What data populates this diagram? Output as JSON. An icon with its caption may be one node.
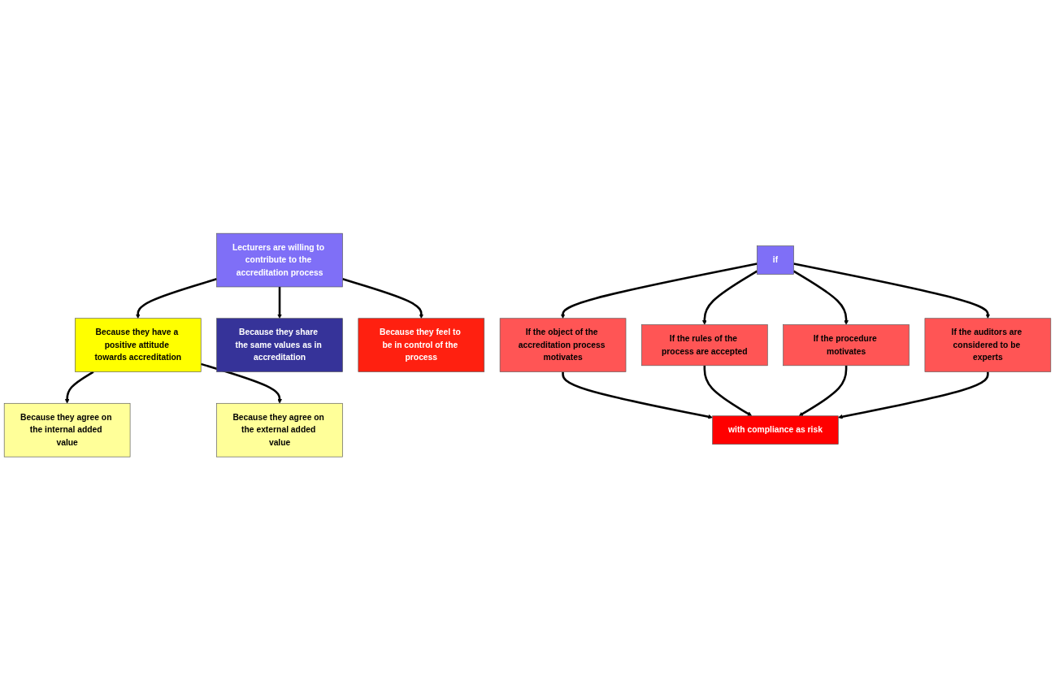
{
  "diagram": {
    "nodes": [
      {
        "text": [
          "Lecturers are willing to contribute to the accreditation process"
        ]
      },
      {
        "text": [
          "if"
        ]
      },
      {
        "text": [
          "Because they have a positive attitude towards accreditation"
        ]
      },
      {
        "text": [
          "Because they share the same values as in accreditation"
        ]
      },
      {
        "text": [
          "Because they feel to be in control of the process"
        ]
      },
      {
        "text": [
          "Because they agree on the internal added value"
        ]
      },
      {
        "text": [
          "Because they agree on the external added value"
        ]
      },
      {
        "text": [
          "If the object of the accreditation process motivates"
        ]
      },
      {
        "text": [
          "If the rules of the process are accepted"
        ]
      },
      {
        "text": [
          "If the procedure motivates"
        ]
      },
      {
        "text": [
          "If the auditors are considered to be experts"
        ]
      },
      {
        "text": [
          "with compliance as risk"
        ]
      }
    ],
    "edges": [
      {
        "from": 0,
        "to": 2,
        "arrow": "to"
      },
      {
        "from": 0,
        "to": 3,
        "arrow": "to"
      },
      {
        "from": 0,
        "to": 4,
        "arrow": "to"
      },
      {
        "from": 2,
        "to": 5,
        "arrow": "to"
      },
      {
        "from": 2,
        "to": 6,
        "arrow": "to"
      },
      {
        "from": 1,
        "to": 7,
        "arrow": "to"
      },
      {
        "from": 1,
        "to": 8,
        "arrow": "to"
      },
      {
        "from": 1,
        "to": 9,
        "arrow": "to"
      },
      {
        "from": 1,
        "to": 10,
        "arrow": "to"
      },
      {
        "from": 7,
        "to": 11,
        "arrow": "to"
      },
      {
        "from": 8,
        "to": 11,
        "arrow": "to"
      },
      {
        "from": 9,
        "to": 11,
        "arrow": "to"
      },
      {
        "from": 10,
        "to": 11,
        "arrow": "to"
      }
    ]
  }
}
